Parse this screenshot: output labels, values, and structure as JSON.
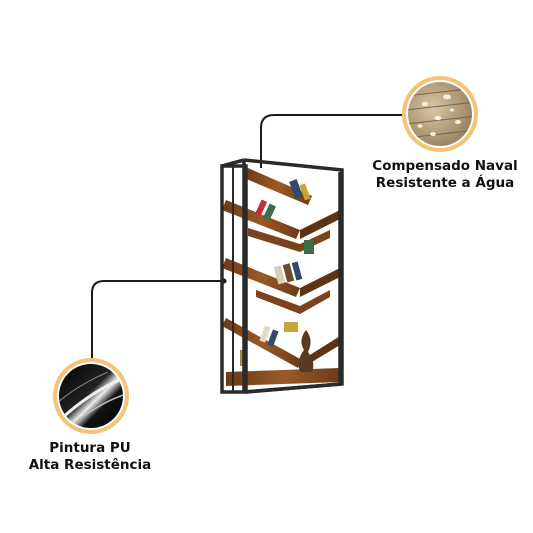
{
  "callouts": {
    "top": {
      "line1": "Compensado Naval",
      "line2": "Resistente a Água",
      "icon": "water-drops-wood-icon"
    },
    "bottom": {
      "line1": "Pintura PU",
      "line2": "Alta Resistência",
      "icon": "glossy-black-paint-icon"
    }
  },
  "colors": {
    "frame": "#2a2a2a",
    "wood": "#8a4e22",
    "wood_dark": "#5e3312",
    "badge_ring": "#f3c477",
    "leader_line": "#1a1a1a"
  }
}
